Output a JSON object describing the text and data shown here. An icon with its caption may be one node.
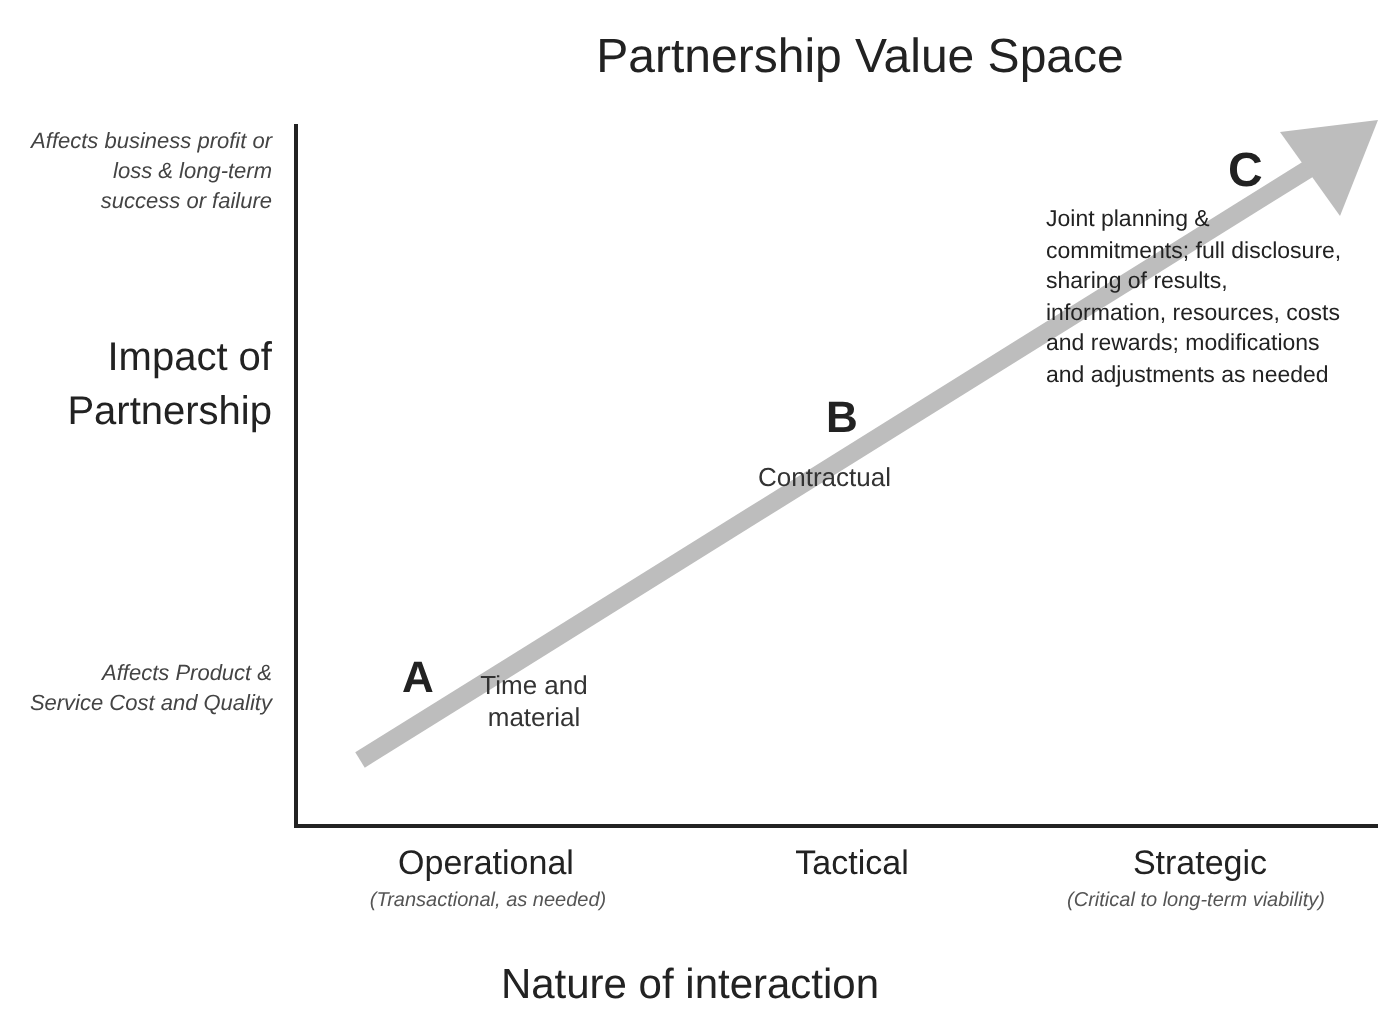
{
  "diagram": {
    "title": "Partnership Value Space",
    "labels": [
      "Affects business profit or loss & long-term success or failure",
      "C",
      "Joint planning & commitments; full disclosure, sharing of results,  information, resources, costs and rewards; modifications and adjustments as needed",
      "Impact of Partnership",
      "B",
      "Contractual",
      "Affects Product & Service Cost and Quality",
      "A",
      "Time and material",
      "Operational",
      "Tactical",
      "Strategic",
      "(Transactional, as needed)",
      "(Critical to long-term viability)",
      "Nature of interaction"
    ]
  }
}
